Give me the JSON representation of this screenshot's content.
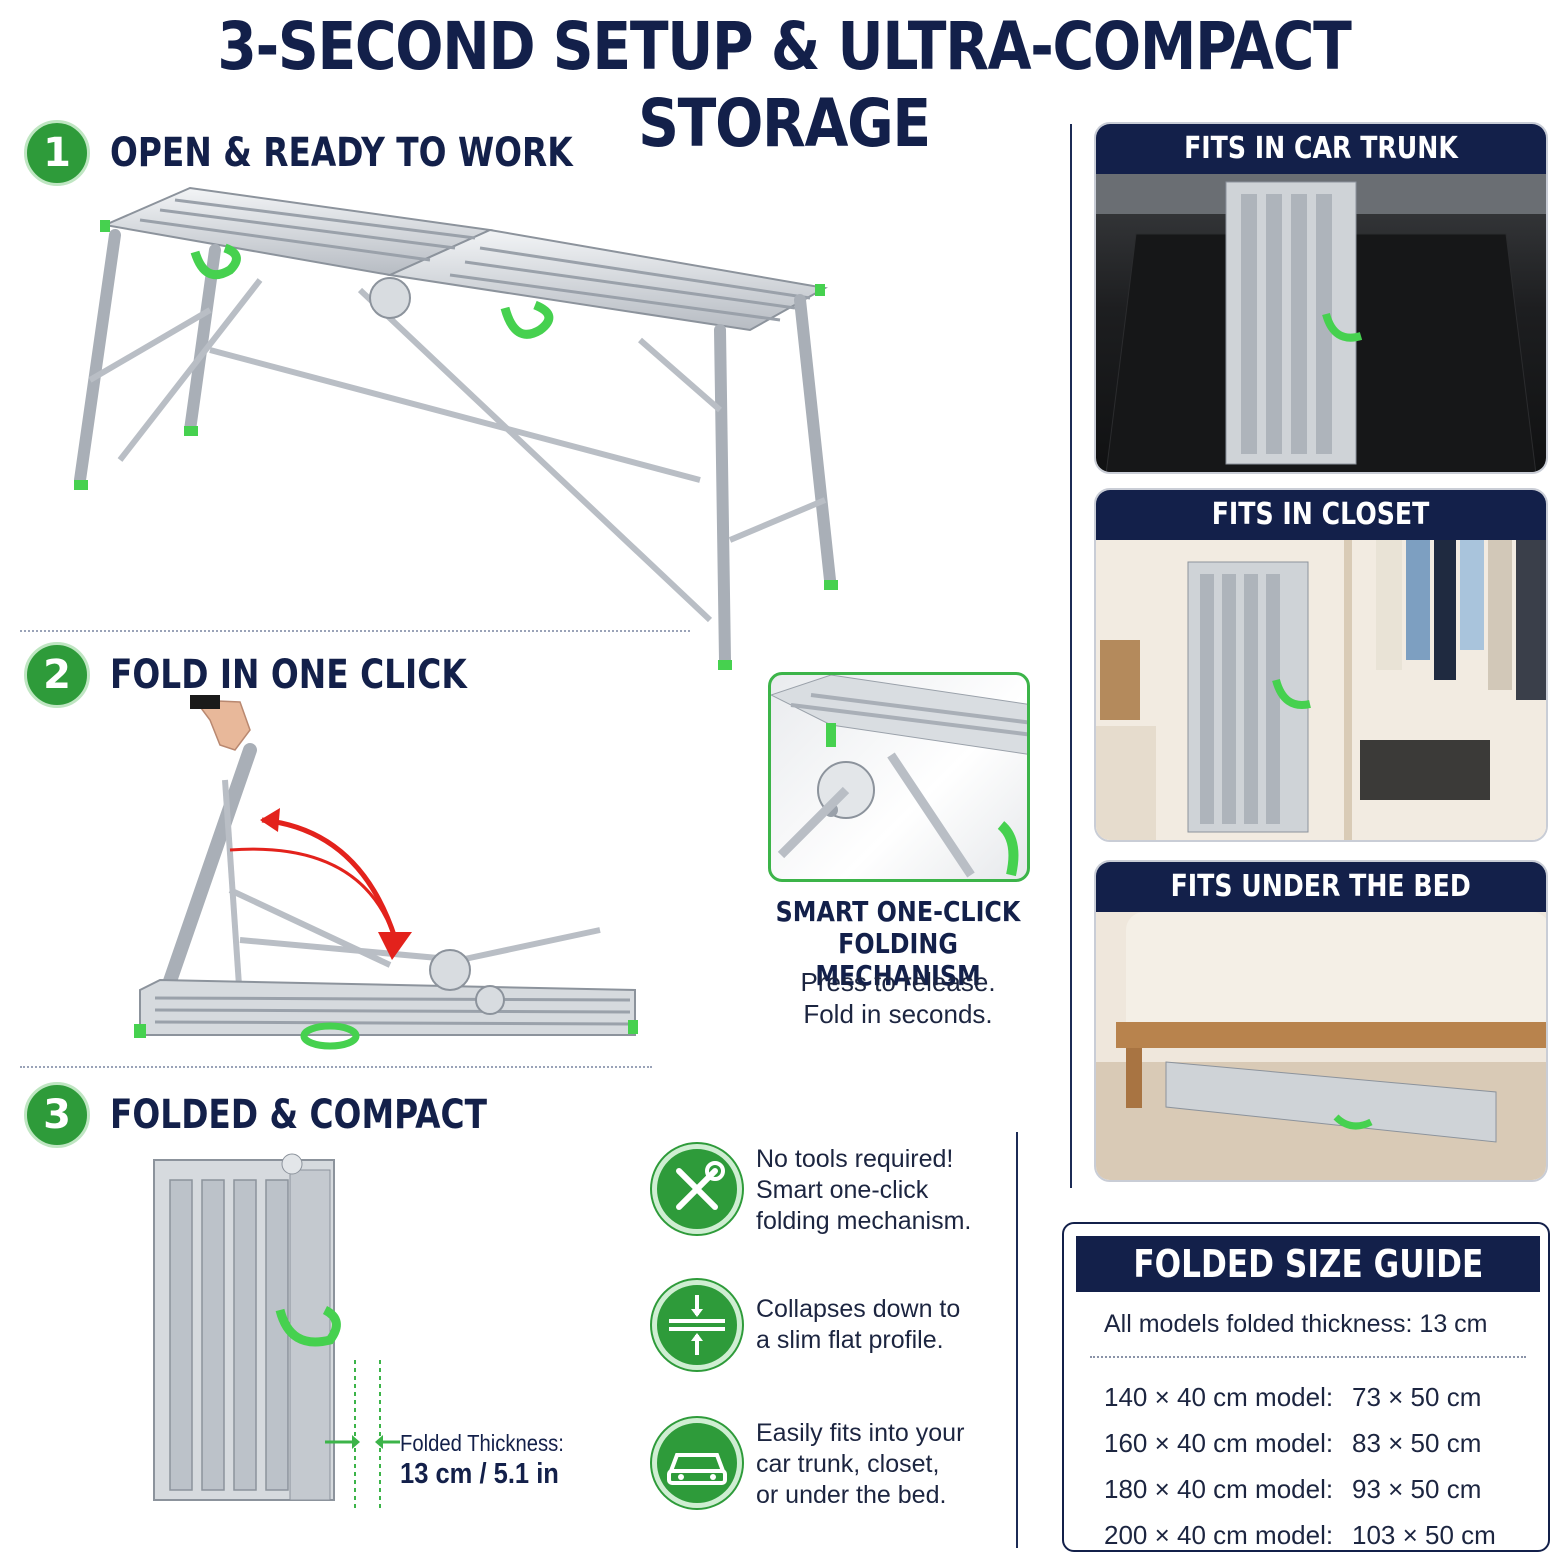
{
  "title": "3-SECOND SETUP & ULTRA-COMPACT STORAGE",
  "steps": [
    {
      "num": "1",
      "label": "OPEN & READY TO WORK"
    },
    {
      "num": "2",
      "label": "FOLD IN ONE CLICK"
    },
    {
      "num": "3",
      "label": "FOLDED & COMPACT"
    }
  ],
  "mechanism": {
    "title_line1": "SMART ONE-CLICK",
    "title_line2": "FOLDING MECHANISM",
    "sub_line1": "Press to release.",
    "sub_line2": "Fold in seconds."
  },
  "panels": [
    {
      "label": "FITS IN CAR TRUNK"
    },
    {
      "label": "FITS IN CLOSET"
    },
    {
      "label": "FITS UNDER THE BED"
    }
  ],
  "features": [
    {
      "icon": "tools-icon",
      "lines": [
        "No tools required!",
        "Smart one-click",
        "folding mechanism."
      ]
    },
    {
      "icon": "compress-icon",
      "lines": [
        "Collapses down to",
        "a slim flat profile."
      ]
    },
    {
      "icon": "car-icon",
      "lines": [
        "Easily fits into your",
        "car trunk, closet,",
        "or under the bed."
      ]
    }
  ],
  "thickness": {
    "label": "Folded Thickness:",
    "value": "13 cm / 5.1 in"
  },
  "guide": {
    "title": "FOLDED SIZE GUIDE",
    "note": "All models folded thickness: 13 cm",
    "rows": [
      {
        "model": "140 × 40 cm model:",
        "size": "73 × 50 cm"
      },
      {
        "model": "160 × 40 cm model:",
        "size": "83 × 50 cm"
      },
      {
        "model": "180 × 40 cm model:",
        "size": "93 × 50 cm"
      },
      {
        "model": "200 × 40 cm model:",
        "size": "103 × 50 cm"
      }
    ]
  },
  "colors": {
    "navy": "#13204a",
    "green": "#2e9b3a",
    "accent_green": "#46d14f",
    "arrow_red": "#e3221c",
    "aluminum": "#c9ced4"
  }
}
